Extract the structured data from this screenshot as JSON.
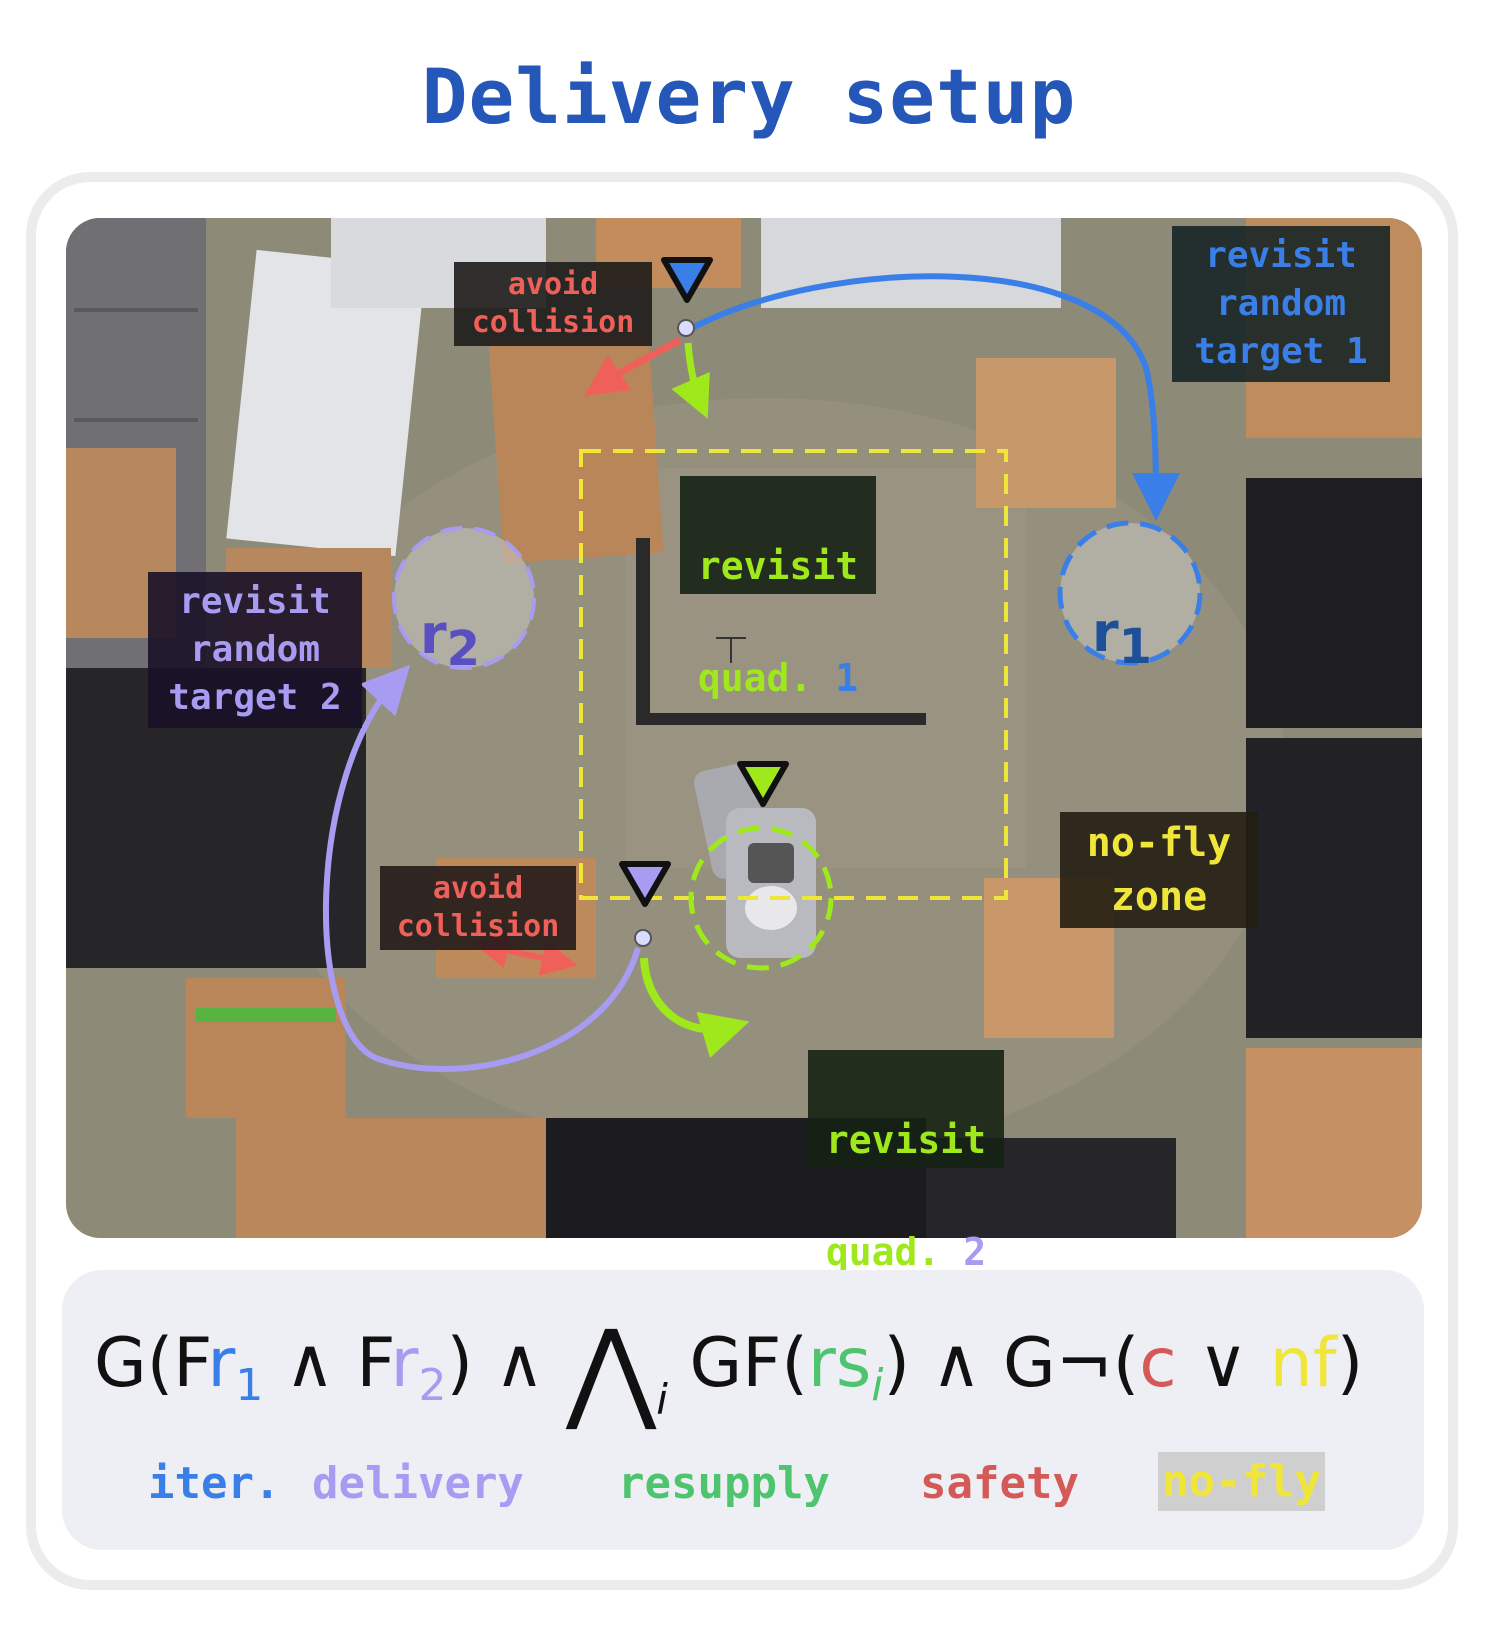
{
  "title": "Delivery setup",
  "colors": {
    "title": "#2457b8",
    "blue": "#3a7fe8",
    "purple": "#a89cf2",
    "green": "#9fe81c",
    "red": "#f0605a",
    "yellow": "#f0e63a",
    "safety": "#d45a58",
    "resupply": "#4ec46e"
  },
  "labels": {
    "revisit_target_1": "revisit\nrandom\ntarget 1",
    "revisit_target_2": "revisit\nrandom\ntarget 2",
    "revisit_quad_1_word": "revisit",
    "revisit_quad_1_text": "quad. ",
    "revisit_quad_1_num": "1",
    "revisit_quad_2_word": "revisit",
    "revisit_quad_2_text": "quad. ",
    "revisit_quad_2_num": "2",
    "avoid_collision_top": "avoid\ncollision",
    "avoid_collision_bottom": "avoid\ncollision",
    "no_fly_zone": "no-fly\nzone",
    "r1": "r",
    "r1_sub": "1",
    "r2": "r",
    "r2_sub": "2"
  },
  "formula": {
    "G1": "G(F",
    "r1": "r",
    "r1_sub": "1",
    "and1": " ∧ F",
    "r2": "r",
    "r2_sub": "2",
    "close1": ") ∧ ",
    "bigwedge": "⋀",
    "bigwedge_sub": "i",
    "gf": " GF(",
    "rs": "rs",
    "rs_sub": "i",
    "close2": ") ∧ G¬(",
    "c": "c",
    "or": " ∨ ",
    "nf": "nf",
    "close3": ")"
  },
  "legend": {
    "iter": "iter.",
    "delivery": "delivery",
    "resupply": "resupply",
    "safety": "safety",
    "nofly": "no-fly"
  }
}
